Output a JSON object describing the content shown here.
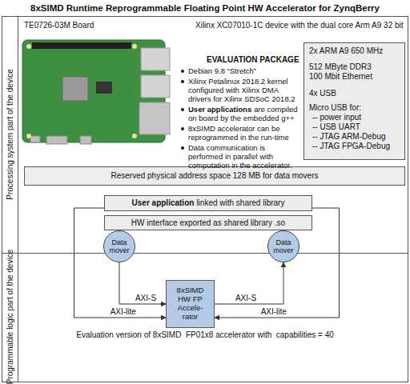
{
  "diagram": {
    "title": "8xSIMD Runtime Reprogrammable Floating Point HW Accelerator for ZynqBerry",
    "nodes": [
      {
        "text": [
          "2x ARM A9 650 MHz",
          "512 MByte DDR3",
          "100 Mbit Ethernet",
          "4x USB",
          "Micro USB for:",
          "-- power input",
          "-- USB UART",
          "-- JTAG ARM-Debug",
          "-- JTAG FPGA-Debug"
        ]
      },
      {
        "text": [
          "Reserved physical address space 128 MB for data movers"
        ]
      },
      {
        "text": [
          "User application",
          "linked with shared library"
        ]
      },
      {
        "text": [
          "HW interface exported as shared library .so"
        ]
      },
      {
        "text": [
          "Data mover"
        ]
      },
      {
        "text": [
          "Data mover"
        ]
      },
      {
        "text": [
          "8xSIMD HW FP Accele- rator"
        ]
      }
    ],
    "edges": [
      {
        "from": 4,
        "to": 6,
        "label": "AXI-S",
        "arrow": "to"
      },
      {
        "from": 6,
        "to": 5,
        "label": "AXI-S",
        "arrow": "to"
      },
      {
        "from": 2,
        "to": 6,
        "label": "AXI-lite",
        "arrow": "to"
      },
      {
        "from": 2,
        "to": 6,
        "label": "AXI-lite",
        "arrow": "to"
      }
    ],
    "labels": [
      "TE0726-03M Board",
      "Xilinx XC07010-1C device with the dual core Arm A9 32 bit",
      "EVALUATION PACKAGE",
      "Debian 9.8 “Stretch”",
      "Xilinx Petalinux 2018.2 kernel configured with Xilinx DMA drivers for Xilinx SDSoC 2018.2",
      "User applications",
      "are compiled on board by the embedded g++",
      "8xSIMD accelerator can be reprogrammed in the run-time",
      "Data communication is performed in parallel with computation in the accelerator.",
      "Processing system part of the device",
      "Programmable logic part of the device",
      "Evaluation version of 8xSIMD  FP01x8 accelerator with  capabilities = 40"
    ]
  }
}
